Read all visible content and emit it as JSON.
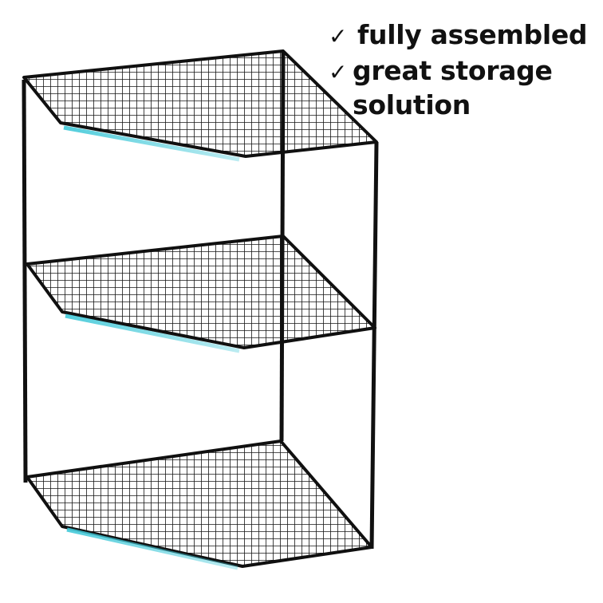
{
  "features": [
    {
      "icon": "check-icon",
      "check": "✓",
      "label": "fully assembled"
    },
    {
      "icon": "check-icon",
      "check": "✓",
      "label": "great storage solution"
    }
  ],
  "colors": {
    "background": "#ffffff",
    "frame": "#101010",
    "shelf_edge_glow": "#3fc8d8",
    "text": "#111111"
  },
  "product": {
    "icon": "wire-corner-shelf-3-tier"
  }
}
